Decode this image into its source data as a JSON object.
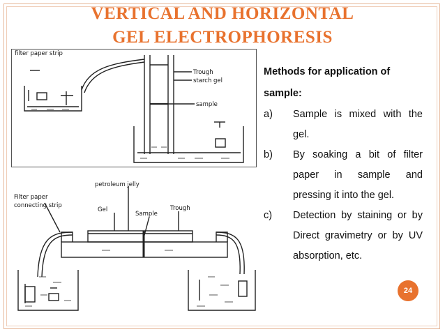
{
  "slide": {
    "title_line1": "VERTICAL AND HORIZONTAL",
    "title_line2": "GEL ELECTROPHORESIS",
    "page_number": "24"
  },
  "figure_vertical": {
    "labels": {
      "filter_paper_strip": "filter paper strip",
      "trough": "Trough",
      "starch_gel": "starch gel",
      "sample": "sample"
    }
  },
  "figure_horizontal": {
    "labels": {
      "petroleum_jelly": "petroleum jelly",
      "filter_paper_line1": "Filter paper",
      "filter_paper_line2": "connecting strip",
      "gel": "Gel",
      "sample": "Sample",
      "trough": "Trough"
    }
  },
  "methods": {
    "heading": "Methods for application of sample:",
    "items": [
      {
        "letter": "a)",
        "text": "Sample is mixed with the gel."
      },
      {
        "letter": "b)",
        "text": "By soaking a bit of filter paper in sample and pressing it into the gel."
      },
      {
        "letter": "c)",
        "text": "Detection by staining or by Direct gravimetry or by UV absorption, etc."
      }
    ]
  },
  "colors": {
    "accent": "#e8722e",
    "frame": "#e6b79a"
  }
}
